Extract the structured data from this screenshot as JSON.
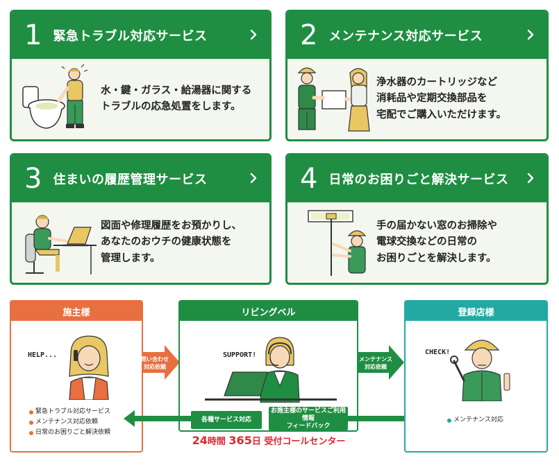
{
  "colors": {
    "green": "#1f8e42",
    "card_bg": "#f3f7ef",
    "orange": "#e86f3f",
    "teal": "#23a9a3",
    "red": "#e0262d"
  },
  "services": [
    {
      "number": "1",
      "title": "緊急トラブル対応サービス",
      "desc": [
        "水・鍵・ガラス・給湯器に関する",
        "トラブルの応急処置をします。"
      ],
      "illustration": "toilet-trouble-icon"
    },
    {
      "number": "2",
      "title": "メンテナンス対応サービス",
      "desc": [
        "浄水器のカートリッジなど",
        "消耗品や定期交換部品を",
        "宅配でご購入いただけます。"
      ],
      "illustration": "delivery-icon"
    },
    {
      "number": "3",
      "title": "住まいの履歴管理サービス",
      "desc": [
        "図面や修理履歴をお預かりし、",
        "あなたのおウチの健康状態を",
        "管理します。"
      ],
      "illustration": "laptop-user-icon"
    },
    {
      "number": "4",
      "title": "日常のお困りごと解決サービス",
      "desc": [
        "手の届かない窓のお掃除や",
        "電球交換などの日常の",
        "お困りごとを解決します。"
      ],
      "illustration": "window-cleaning-icon"
    }
  ],
  "flow": {
    "owner": {
      "title": "施主様",
      "speech": "HELP...",
      "items": [
        "緊急トラブル対応サービス",
        "メンテナンス対応依頼",
        "日常のお困りごと解決依頼"
      ]
    },
    "center": {
      "title": "リビングベル",
      "speech": "SUPPORT!",
      "tag_left": "各種サービス対応",
      "tag_right_1": "お施主様のサービスご利用情報",
      "tag_right_2": "フィードバック",
      "hours_num1": "24",
      "hours_txt1": "時間",
      "hours_num2": "365",
      "hours_txt2": "日",
      "hours_txt3": "受付コールセンター"
    },
    "shop": {
      "title": "登録店様",
      "speech": "CHECK!",
      "items": [
        "メンテナンス対応"
      ]
    },
    "arrow_left_label_1": "問い合わせ",
    "arrow_left_label_2": "対応依頼",
    "arrow_right_label_1": "メンテナンス",
    "arrow_right_label_2": "対応依頼"
  }
}
